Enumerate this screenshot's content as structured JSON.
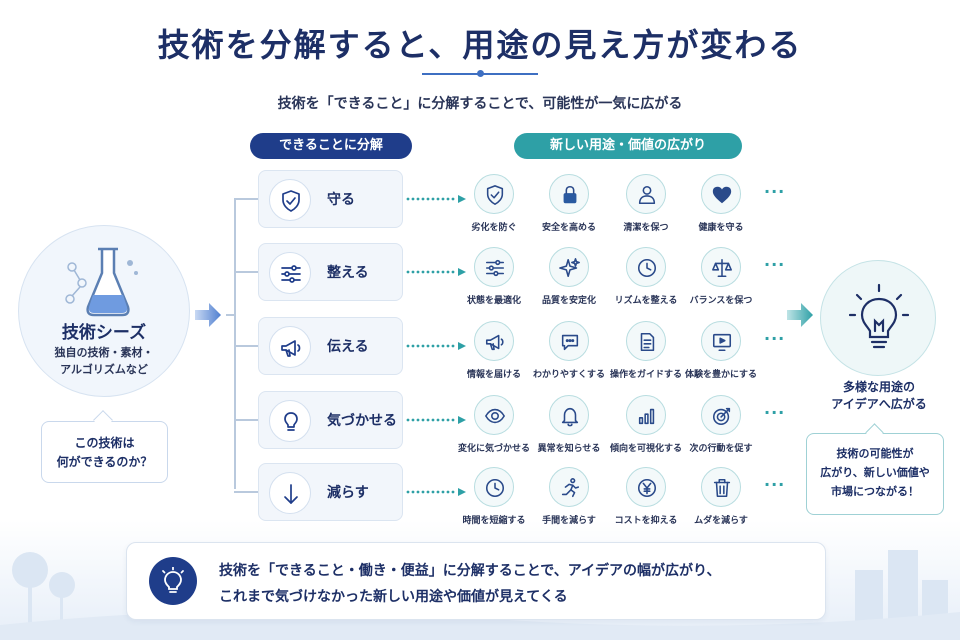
{
  "title": "技術を分解すると、用途の見え方が変わる",
  "subtitle": "技術を「できること」に分解することで、可能性が一気に広がる",
  "left_header": "できることに分解",
  "right_header": "新しい用途・価値の広がり",
  "seeds": {
    "title": "技術シーズ",
    "sub_line1": "独自の技術・素材・",
    "sub_line2": "アルゴリズムなど",
    "question_line1": "この技術は",
    "question_line2": "何ができるのか？"
  },
  "rows": [
    {
      "verb": "守る",
      "verb_icon": "shield-check-icon",
      "uses": [
        {
          "label": "劣化を防ぐ",
          "icon": "shield-check-icon"
        },
        {
          "label": "安全を高める",
          "icon": "lock-icon"
        },
        {
          "label": "清潔を保つ",
          "icon": "person-icon"
        },
        {
          "label": "健康を守る",
          "icon": "heart-icon"
        }
      ]
    },
    {
      "verb": "整える",
      "verb_icon": "sliders-icon",
      "uses": [
        {
          "label": "状態を最適化",
          "icon": "sliders-icon"
        },
        {
          "label": "品質を安定化",
          "icon": "sparkle-icon"
        },
        {
          "label": "リズムを整える",
          "icon": "clock-icon"
        },
        {
          "label": "バランスを保つ",
          "icon": "scale-icon"
        }
      ]
    },
    {
      "verb": "伝える",
      "verb_icon": "megaphone-icon",
      "uses": [
        {
          "label": "情報を届ける",
          "icon": "megaphone-icon"
        },
        {
          "label": "わかりやすくする",
          "icon": "chat-bubble-icon"
        },
        {
          "label": "操作をガイドする",
          "icon": "document-icon"
        },
        {
          "label": "体験を豊かにする",
          "icon": "monitor-play-icon"
        }
      ]
    },
    {
      "verb": "気づかせる",
      "verb_icon": "lightbulb-icon",
      "uses": [
        {
          "label": "変化に気づかせる",
          "icon": "eye-icon"
        },
        {
          "label": "異常を知らせる",
          "icon": "bell-icon"
        },
        {
          "label": "傾向を可視化する",
          "icon": "bar-chart-icon"
        },
        {
          "label": "次の行動を促す",
          "icon": "target-icon"
        }
      ]
    },
    {
      "verb": "減らす",
      "verb_icon": "arrow-down-icon",
      "uses": [
        {
          "label": "時間を短縮する",
          "icon": "clock-icon"
        },
        {
          "label": "手間を減らす",
          "icon": "runner-icon"
        },
        {
          "label": "コストを抑える",
          "icon": "yen-coin-icon"
        },
        {
          "label": "ムダを減らす",
          "icon": "trash-icon"
        }
      ]
    }
  ],
  "ellipsis": "···",
  "idea": {
    "line1": "多様な用途の",
    "line2": "アイデアへ広がる",
    "box_line1": "技術の可能性が",
    "box_line2": "広がり、新しい価値や",
    "box_line3": "市場につながる！"
  },
  "bottom": {
    "line1": "技術を「できること・働き・便益」に分解することで、アイデアの幅が広がり、",
    "line2": "これまで気づけなかった新しい用途や価値が見えてくる"
  },
  "colors": {
    "navy": "#1f3d8a",
    "teal": "#2ea0a6",
    "text": "#1d2f66"
  }
}
